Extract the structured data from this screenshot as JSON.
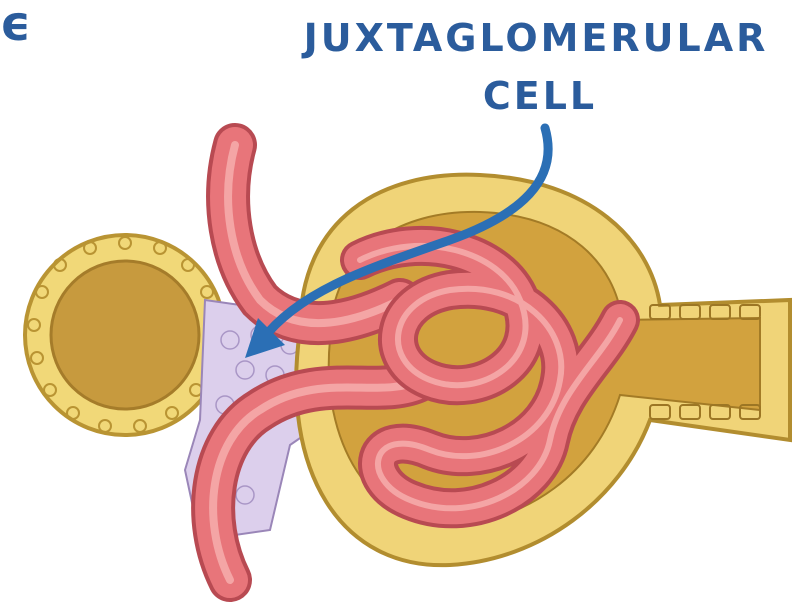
{
  "label": {
    "line1": "JUXTAGLOMERULAR",
    "line2": "CELL"
  },
  "colors": {
    "label": "#2b5c9c",
    "capsule": "#e8c24a",
    "capsule_inner": "#d6a93a",
    "vessel": "#e8757a",
    "vessel_highlight": "#f4a5a5",
    "jg_cells": "#d8cde8",
    "arrow": "#2b6fb5"
  },
  "icons": {
    "arrow": "curved-arrow-icon",
    "partial_letter": "partial-letter-fragment"
  }
}
